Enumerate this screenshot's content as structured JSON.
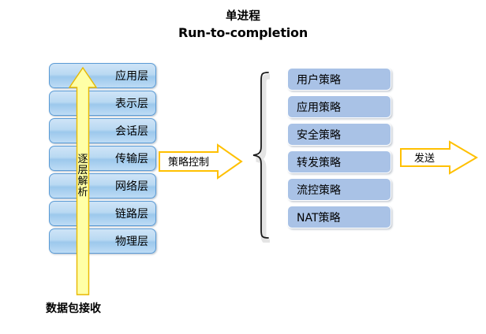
{
  "title": {
    "line_cn": "单进程",
    "line_en": "Run-to-completion"
  },
  "osi_stack": {
    "name": "osi-layer-stack",
    "layers": [
      {
        "label": "应用层"
      },
      {
        "label": "表示层"
      },
      {
        "label": "会话层"
      },
      {
        "label": "传输层"
      },
      {
        "label": "网络层"
      },
      {
        "label": "链路层"
      },
      {
        "label": "物理层"
      }
    ]
  },
  "up_arrow": {
    "label_chars": [
      "逐",
      "层",
      "解",
      "析"
    ],
    "fill": "#ffffa6",
    "stroke": "#e8b800"
  },
  "bottom_caption": {
    "text": "数据包接收"
  },
  "mid_arrow": {
    "label": "策略控制",
    "fill": "#ffffff",
    "stroke": "#ffc000"
  },
  "brace": {
    "stroke": "#1a1a1a",
    "shadow": "#e8e8e8"
  },
  "policy_list": {
    "name": "policy-list",
    "fill": "#a9c2e6",
    "items": [
      {
        "label": "用户策略"
      },
      {
        "label": "应用策略"
      },
      {
        "label": "安全策略"
      },
      {
        "label": "转发策略"
      },
      {
        "label": "流控策略"
      },
      {
        "label": "NAT策略"
      }
    ]
  },
  "send_arrow": {
    "label": "发送",
    "fill": "#ffffff",
    "stroke": "#ffc000"
  },
  "colors": {
    "layer_border": "#5b9bd5",
    "layer_fill_light": "#cfe4f7",
    "layer_fill_dark": "#9cc8ec",
    "policy_fill": "#a9c2e6",
    "arrow_gold": "#ffc000",
    "arrow_yellow_fill": "#ffffa6",
    "background": "#ffffff"
  }
}
